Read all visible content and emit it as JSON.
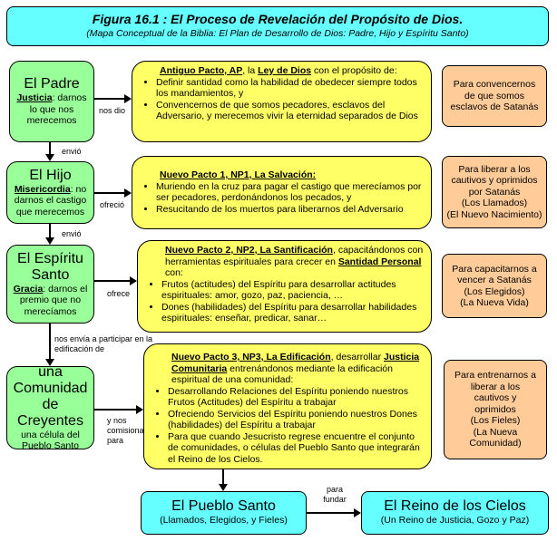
{
  "title": {
    "main": "Figura 16.1 : El Proceso de Revelación del Propósito de Dios.",
    "sub": "(Mapa Conceptual de la Biblia: El Plan de Desarrollo de Dios: Padre, Hijo y Espíritu Santo)"
  },
  "persons": [
    {
      "name": "El Padre",
      "attr": "Justicia",
      "desc": ": darnos lo que nos merecemos"
    },
    {
      "name": "El Hijo",
      "attr": "Misericordia",
      "desc": ": no darnos el castigo que merecemos"
    },
    {
      "name": "El Espíritu Santo",
      "attr": "Gracia",
      "desc": ": darnos el premio que no merecíamos"
    },
    {
      "name": "una Comunidad de Creyentes",
      "desc": "una célula del Pueblo Santo"
    }
  ],
  "arrows": {
    "nos_dio": "nos dio",
    "envio1": "envió",
    "ofrecio": "ofreció",
    "envio2": "envió",
    "ofrece": "ofrece",
    "nos_envia": "nos envía a participar en la edificación de",
    "comisiona": "y nos comisiona para",
    "para_fundar": "para fundar"
  },
  "covenants": [
    {
      "head": "Antiguo Pacto, AP",
      "mid": ", la ",
      "head2": "Ley de Dios",
      "rest": " con el propósito de:",
      "items": [
        "Definir santidad como la habilidad de obedecer siempre todos los mandamientos, y",
        "Convencernos de que somos pecadores, esclavos del Adversario, y merecemos vivir la eternidad separados de Dios"
      ]
    },
    {
      "head": "Nuevo Pacto 1, NP1, La Salvación:",
      "items": [
        "Muriendo en la cruz para pagar el castigo que merecíamos por ser pecadores, perdonándonos los pecados, y",
        "Resucitando de los muertos para liberarnos del Adversario"
      ]
    },
    {
      "head": "Nuevo Pacto 2, NP2, La Santificación",
      "mid": ", capacitándonos con herramientas espirituales para crecer en ",
      "head2": "Santidad Personal ",
      "rest": "con:",
      "items": [
        "Frutos (actitudes) del Espíritu para desarrollar actitudes espirituales: amor, gozo, paz, paciencia, …",
        "Dones (habilidades) del Espíritu para desarrollar habilidades espirituales: enseñar, predicar, sanar…"
      ]
    },
    {
      "head": "Nuevo Pacto 3, NP3, La Edificación",
      "mid": ", desarrollar ",
      "head2": "Justicia Comunitaria",
      "rest": " entrenándonos mediante la edificación espiritual de una comunidad:",
      "items": [
        "Desarrollando Relaciones del Espíritu poniendo nuestros Frutos (Actitudes) del Espíritu a trabajar",
        "Ofreciendo Servicios del Espíritu poniendo nuestros Dones (habilidades) del Espíritu a trabajar",
        "Para que cuando Jesucristo regrese encuentre el conjunto de comunidades, o células del Pueblo Santo que integrarán el Reino de los Cielos."
      ]
    }
  ],
  "purposes": [
    {
      "lines": [
        "Para convencernos de que somos esclavos de Satanás"
      ]
    },
    {
      "lines": [
        "Para liberar a los cautivos y oprimidos por Satanás",
        "(Los Llamados)",
        "(El Nuevo Nacimiento)"
      ]
    },
    {
      "lines": [
        "Para capacitarnos a vencer a Satanás",
        "(Los Elegidos)",
        "(La Nueva Vida)"
      ]
    },
    {
      "lines": [
        "Para entrenarnos a liberar a los cautivos y oprimidos",
        "(Los Fieles)",
        "(La Nueva Comunidad)"
      ]
    }
  ],
  "pueblo": {
    "title": "El Pueblo Santo",
    "sub": "(Llamados, Elegidos, y Fieles)"
  },
  "reino": {
    "title": "El Reino de los Cielos",
    "sub": "(Un Reino de Justicia, Gozo y Paz)"
  },
  "colors": {
    "cyan": "#66ffff",
    "green": "#99ff99",
    "yellow": "#ffff66",
    "orange": "#ffcc99"
  }
}
